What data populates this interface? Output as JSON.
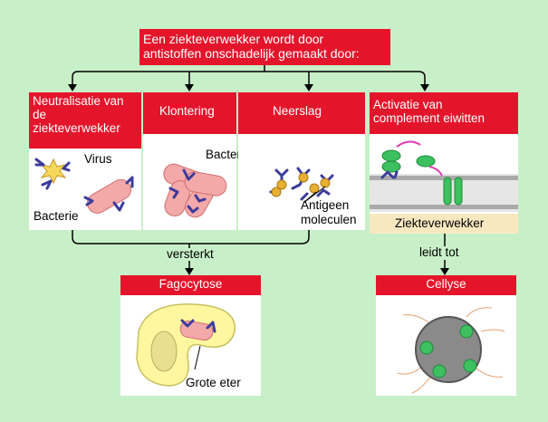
{
  "title_line1": "Een ziekteverwekker wordt door",
  "title_line2": "antistoffen onschadelijk gemaakt door:",
  "col1": {
    "header_line1": "Neutralisatie van",
    "header_line2": "de",
    "header_line3": "ziekteverwekker",
    "virus": "Virus",
    "bacteria": "Bacterie"
  },
  "col2": {
    "header": "Klontering",
    "bacteria": "Bacteriën"
  },
  "col3": {
    "header": "Neerslag",
    "antigen_line1": "Antigeen",
    "antigen_line2": "moleculen"
  },
  "col4": {
    "header_line1": "Activatie van",
    "header_line2": "complement eiwitten",
    "pathogen": "Ziekteverwekker"
  },
  "link_left": "versterkt",
  "link_right": "leidt tot",
  "phago": {
    "header": "Fagocytose",
    "eater": "Grote eter"
  },
  "lysis": {
    "header": "Cellyse"
  },
  "colors": {
    "background": "#c8f0c8",
    "header": "#e4152b",
    "antibody": "#3c3c9c",
    "bacteria": "#f4a9a9",
    "antigen": "#e8b030",
    "complement": "#3cc060"
  }
}
